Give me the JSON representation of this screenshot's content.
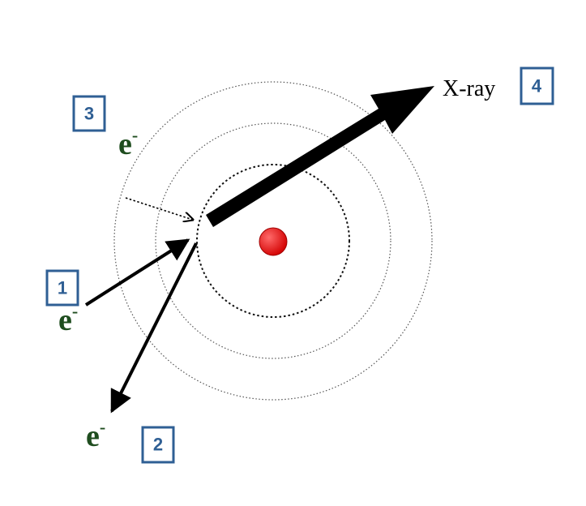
{
  "colors": {
    "box_border": "#2f5f94",
    "box_number": "#2f5f94",
    "electron_text": "#1f4d1f",
    "nucleus": "#e00000",
    "nucleus_highlight": "#ff6a6a",
    "arrows": "#000000",
    "shells": "#555555"
  },
  "labels": {
    "box_1": "1",
    "box_2": "2",
    "box_3": "3",
    "box_4": "4"
  },
  "electrons": {
    "incoming": {
      "symbol": "e",
      "charge": "-"
    },
    "ejected": {
      "symbol": "e",
      "charge": "-"
    },
    "outer": {
      "symbol": "e",
      "charge": "-"
    }
  },
  "xray": {
    "label": "X-ray"
  },
  "icons": {
    "nucleus": "nucleus-icon",
    "incoming_arrow": "arrow-icon",
    "ejected_arrow": "arrow-icon",
    "xray_arrow": "arrow-icon",
    "transition_arrow": "arrow-icon"
  }
}
